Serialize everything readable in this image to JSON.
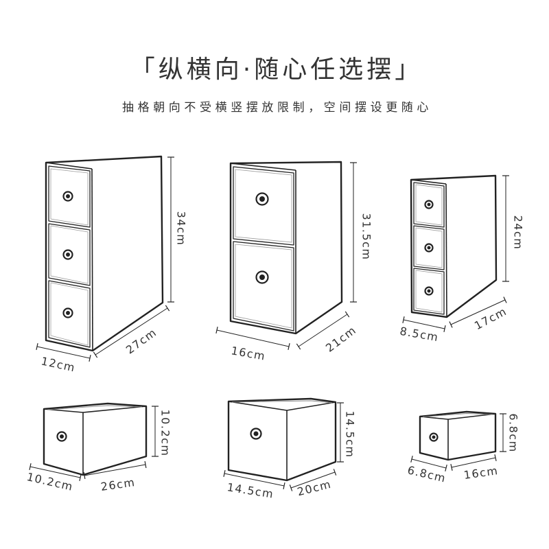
{
  "heading": {
    "title": "「纵横向·随心任选摆」",
    "subtitle": "抽格朝向不受横竖摆放限制，空间摆设更随心"
  },
  "colors": {
    "line": "#222222",
    "text": "#333333",
    "background": "#ffffff"
  },
  "products": [
    {
      "dims": {
        "height": "34cm",
        "front": "12cm",
        "side": "27cm"
      }
    },
    {
      "dims": {
        "height": "31.5cm",
        "front": "16cm",
        "side": "21cm"
      }
    },
    {
      "dims": {
        "height": "24cm",
        "front": "8.5cm",
        "side": "17cm"
      }
    },
    {
      "dims": {
        "height": "10.2cm",
        "front": "10.2cm",
        "side": "26cm"
      }
    },
    {
      "dims": {
        "height": "14.5cm",
        "front": "14.5cm",
        "side": "20cm"
      }
    },
    {
      "dims": {
        "height": "6.8cm",
        "front": "6.8cm",
        "side": "16cm"
      }
    }
  ]
}
